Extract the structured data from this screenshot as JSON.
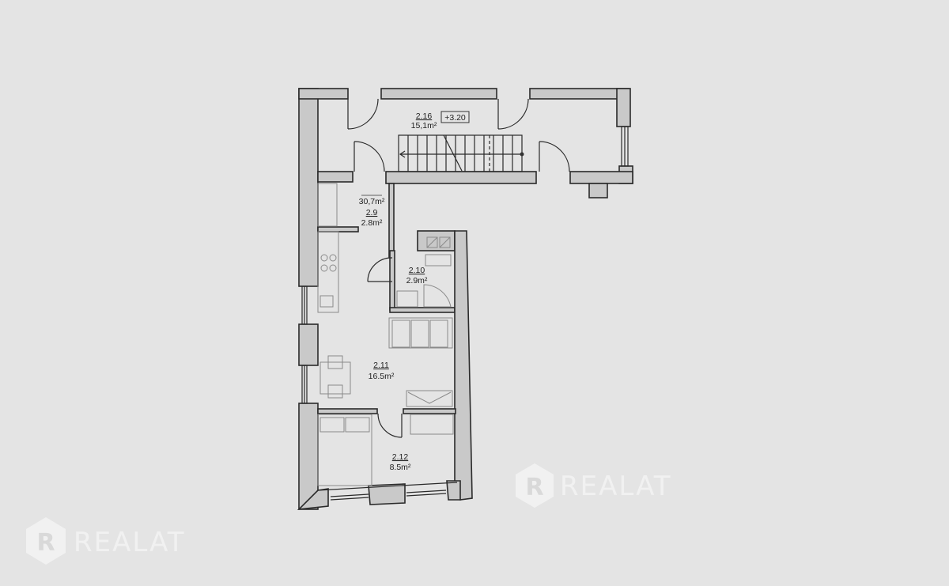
{
  "plan": {
    "rooms": [
      {
        "id": "2.16",
        "area": "15,1m²"
      },
      {
        "id": "2.9",
        "area": "2.8m²",
        "total": "30,7m²"
      },
      {
        "id": "2.10",
        "area": "2.9m²"
      },
      {
        "id": "2.11",
        "area": "16.5m²"
      },
      {
        "id": "2.12",
        "area": "8.5m²"
      }
    ],
    "level_mark": "+3.20"
  },
  "watermark": {
    "text": "REALAT",
    "letter": "R"
  },
  "colors": {
    "background": "#e4e4e4",
    "wall": "#c9c9c9",
    "line": "#2a2a2a"
  }
}
